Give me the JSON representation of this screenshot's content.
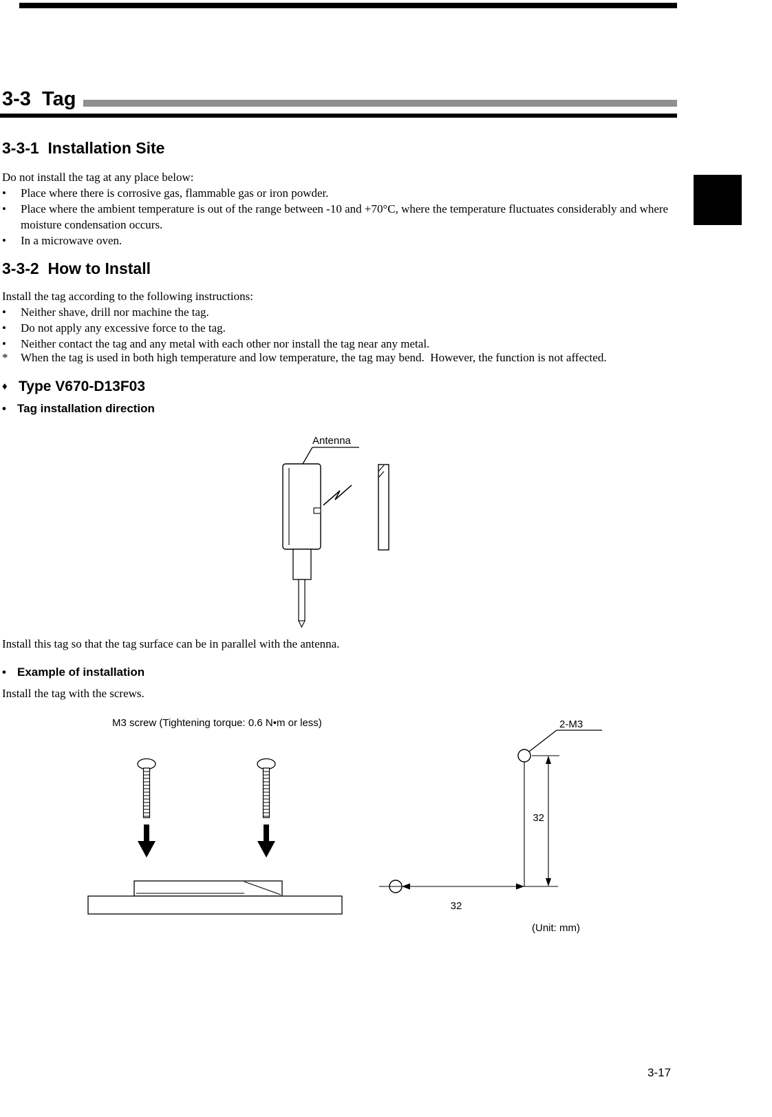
{
  "glyphs": {
    "bullet": "•",
    "asterisk": "*",
    "diamond": "♦"
  },
  "title": {
    "text": "3-3  Tag"
  },
  "site": {
    "heading": "3-3-1  Installation Site",
    "intro": "Do not install the tag at any place below:",
    "bullets": [
      "Place where there is corrosive gas, flammable gas or iron powder.",
      "Place where the ambient temperature is out of the range between -10 and +70°C, where the temperature fluctuates considerably and where moisture condensation occurs.",
      "In a microwave oven."
    ]
  },
  "install": {
    "heading": "3-3-2  How to Install",
    "intro": "Install the tag according to the following instructions:",
    "bullets": [
      "Neither shave, drill nor machine the tag.",
      "Do not apply any excessive force to the tag.",
      "Neither contact the tag and any metal with each other nor install the tag near any metal."
    ],
    "note": "When the tag is used in both high temperature and low temperature, the tag may bend.  However, the function is not affected."
  },
  "type_section": {
    "heading": "Type V670-D13F03",
    "direction_heading": "Tag installation direction",
    "antenna_label": "Antenna",
    "direction_caption": "Install this tag so that the tag surface can be in parallel with the antenna.",
    "example_heading": "Example of installation",
    "example_caption": "Install the tag with the screws.",
    "screw_label": "M3 screw (Tightening torque: 0.6 N•m or less)",
    "holes_label": "2-M3",
    "dim_vertical": "32",
    "dim_horizontal": "32",
    "unit_label": "(Unit: mm)"
  },
  "footer": {
    "page_number": "3-17"
  }
}
